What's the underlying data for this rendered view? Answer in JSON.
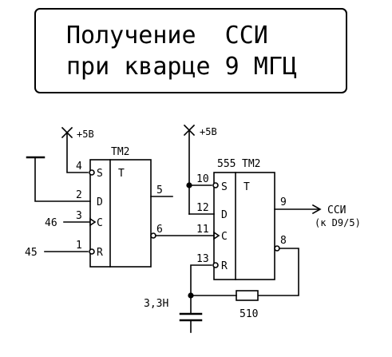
{
  "title": {
    "line1": "Получение  ССИ",
    "line2": "при кварце 9 МГЦ"
  },
  "chip1": {
    "name": "ТМ2",
    "func": "Т",
    "pins": {
      "s": "S",
      "d": "D",
      "c": "C",
      "r": "R"
    },
    "pin_numbers": {
      "p4": "4",
      "p2": "2",
      "p3": "3",
      "p1": "1",
      "p5": "5",
      "p6": "6"
    },
    "supply": "+5В"
  },
  "chip2": {
    "prefix": "555",
    "name": "ТМ2",
    "func": "Т",
    "pins": {
      "s": "S",
      "d": "D",
      "c": "C",
      "r": "R"
    },
    "pin_numbers": {
      "p10": "10",
      "p12": "12",
      "p11": "11",
      "p13": "13",
      "p9": "9",
      "p8": "8"
    },
    "supply": "+5В"
  },
  "inputs": {
    "in46": "46",
    "in45": "45"
  },
  "output": {
    "label": "ССИ",
    "dest": "(к D9/5)"
  },
  "components": {
    "capacitor": "3,3Н",
    "resistor": "510"
  }
}
